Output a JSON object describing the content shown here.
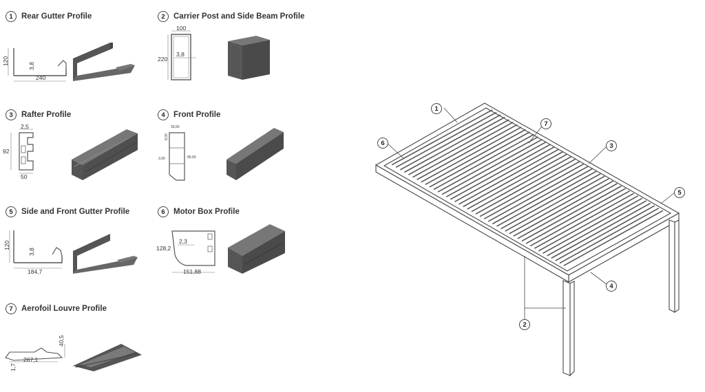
{
  "profiles": [
    {
      "num": "1",
      "title": "Rear Gutter Profile",
      "dims": [
        "120",
        "3,8",
        "240"
      ]
    },
    {
      "num": "2",
      "title": "Carrier Post and Side Beam Profile",
      "dims": [
        "100",
        "220",
        "3,8"
      ]
    },
    {
      "num": "3",
      "title": "Rafter Profile",
      "dims": [
        "2,5",
        "92",
        "50"
      ]
    },
    {
      "num": "4",
      "title": "Front Profile",
      "dims": [
        "33,50",
        "8,00",
        "2,00",
        "80,00"
      ]
    },
    {
      "num": "5",
      "title": "Side and Front Gutter Profile",
      "dims": [
        "120",
        "3,8",
        "184,7"
      ]
    },
    {
      "num": "6",
      "title": "Motor Box Profile",
      "dims": [
        "128,2",
        "2,3",
        "151,88"
      ]
    },
    {
      "num": "7",
      "title": "Aerofoil Louvre Profile",
      "dims": [
        "40,5",
        "267,1",
        "1,7"
      ]
    }
  ],
  "callouts": [
    "1",
    "7",
    "6",
    "3",
    "5",
    "4",
    "2"
  ],
  "colors": {
    "render": "#555555",
    "line": "#444444"
  }
}
